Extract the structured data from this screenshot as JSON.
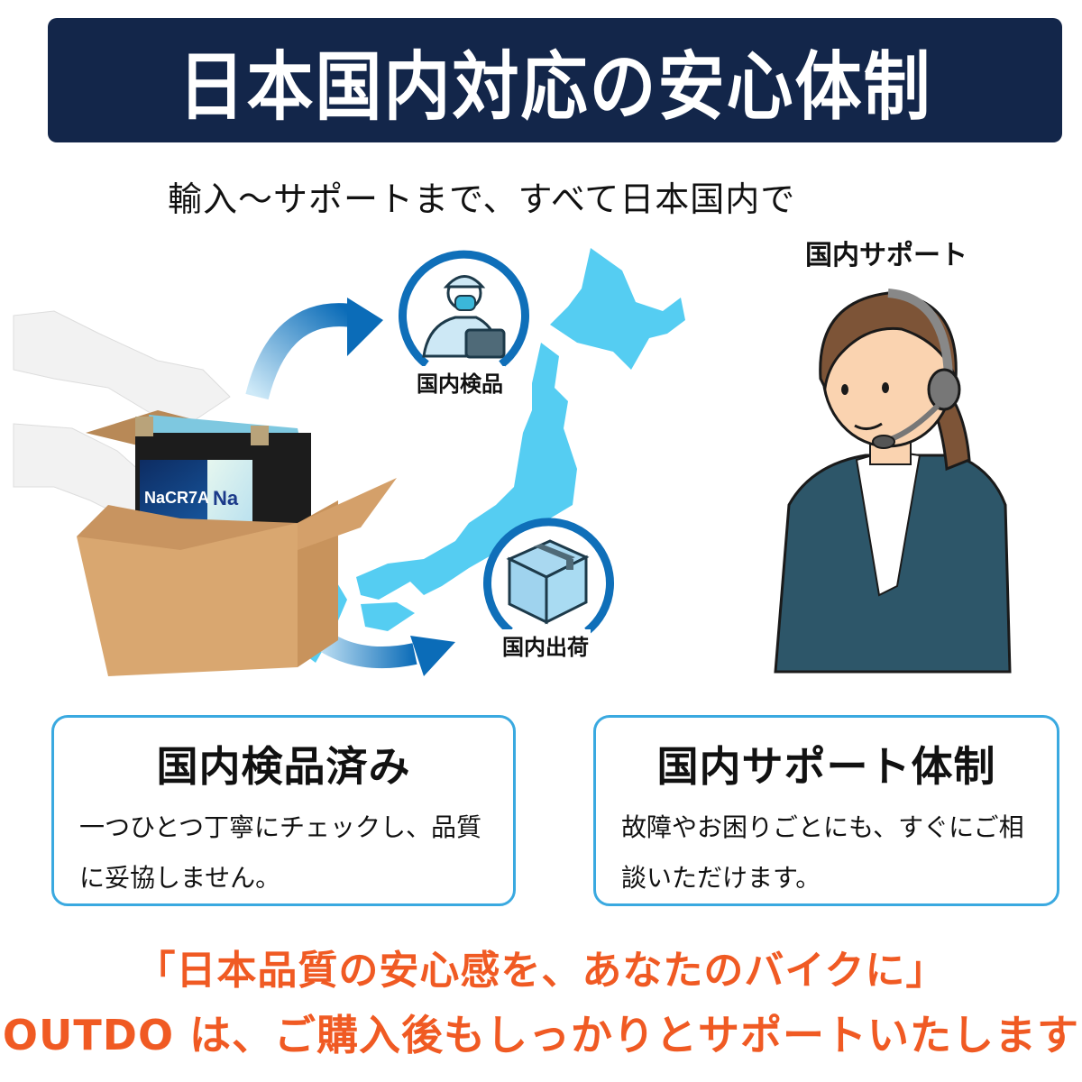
{
  "header": {
    "title": "日本国内対応の安心体制",
    "background_color": "#13264a"
  },
  "subtitle": "輸入〜サポートまで、すべて日本国内で",
  "illustration": {
    "battery_product": {
      "model": "NaCR7A",
      "brand": "OUTDO",
      "badge": "Na+"
    },
    "steps": [
      {
        "label": "国内検品",
        "icon": "inspector-icon"
      },
      {
        "label": "国内出荷",
        "icon": "package-box-icon"
      }
    ],
    "map": "japan-map",
    "map_color": "#55cdf2",
    "ring_color": "#0f6fb9"
  },
  "support": {
    "label": "国内サポート",
    "figure": "headset-operator-illustration"
  },
  "cards": [
    {
      "title": "国内検品済み",
      "body_line1": "一つひとつ丁寧にチェックし、品質",
      "body_line2": "に妥協しません。"
    },
    {
      "title": "国内サポート体制",
      "body_line1": "故障やお困りごとにも、すぐにご相",
      "body_line2": "談いただけます。"
    }
  ],
  "card_border_color": "#3aa9e0",
  "taglines": {
    "line1": "「日本品質の安心感を、あなたのバイクに」",
    "line2": "OUTDO は、ご購入後もしっかりとサポートいたします",
    "color": "#f05a23"
  }
}
